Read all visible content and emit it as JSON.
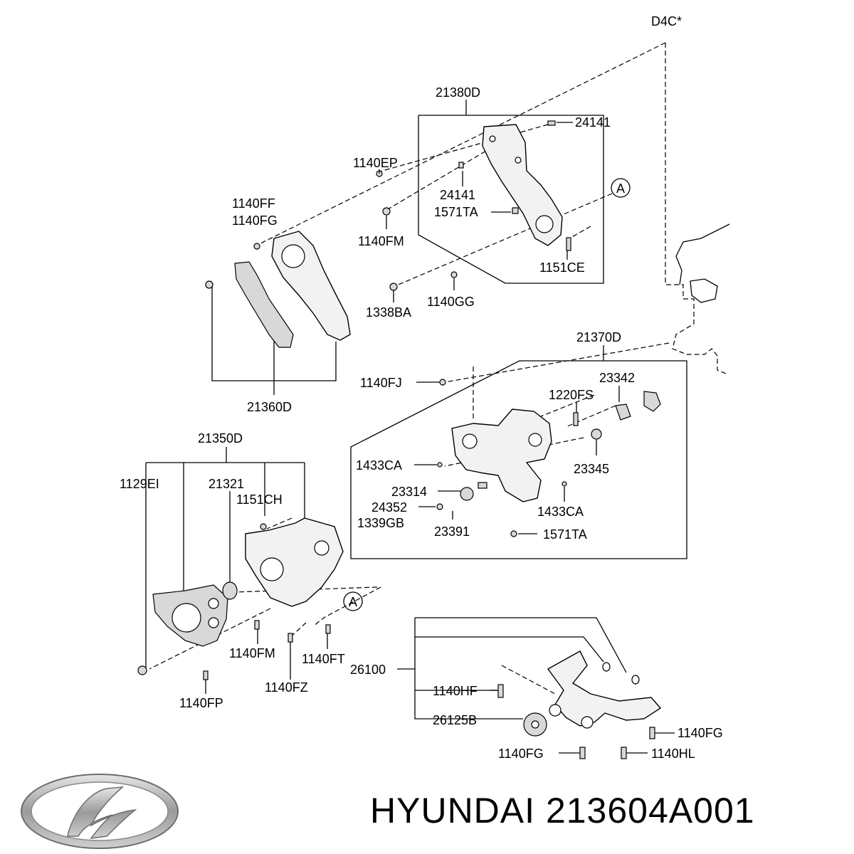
{
  "header": {
    "engine_code": "D4C*"
  },
  "callout": {
    "ref": "A"
  },
  "labels": {
    "l21380D": "21380D",
    "l24141a": "24141",
    "l1140EP": "1140EP",
    "l24141b": "24141",
    "l1571TAa": "1571TA",
    "l1140FF": "1140FF",
    "l1140FGa": "1140FG",
    "l1140FMa": "1140FM",
    "l1151CE": "1151CE",
    "l1338BA": "1338BA",
    "l1140GG": "1140GG",
    "l21370D": "21370D",
    "l1140FJ": "1140FJ",
    "l23342": "23342",
    "l1220FS": "1220FS",
    "l21360D": "21360D",
    "l21350D": "21350D",
    "l1433CAa": "1433CA",
    "l23345": "23345",
    "l1129EI": "1129EI",
    "l21321": "21321",
    "l1151CH": "1151CH",
    "l23314": "23314",
    "l24352": "24352",
    "l1433CAb": "1433CA",
    "l1339GB": "1339GB",
    "l23391": "23391",
    "l1571TAb": "1571TA",
    "l1140FMb": "1140FM",
    "l1140FT": "1140FT",
    "l26100": "26100",
    "l1140HF": "1140HF",
    "l1140FZ": "1140FZ",
    "l1140FP": "1140FP",
    "l26125B": "26125B",
    "l1140FGb": "1140FG",
    "l1140FGc": "1140FG",
    "l1140HL": "1140HL"
  },
  "footer": {
    "brand": "HYUNDAI",
    "part_number": "213604A001",
    "logo": "hyundai-logo"
  }
}
